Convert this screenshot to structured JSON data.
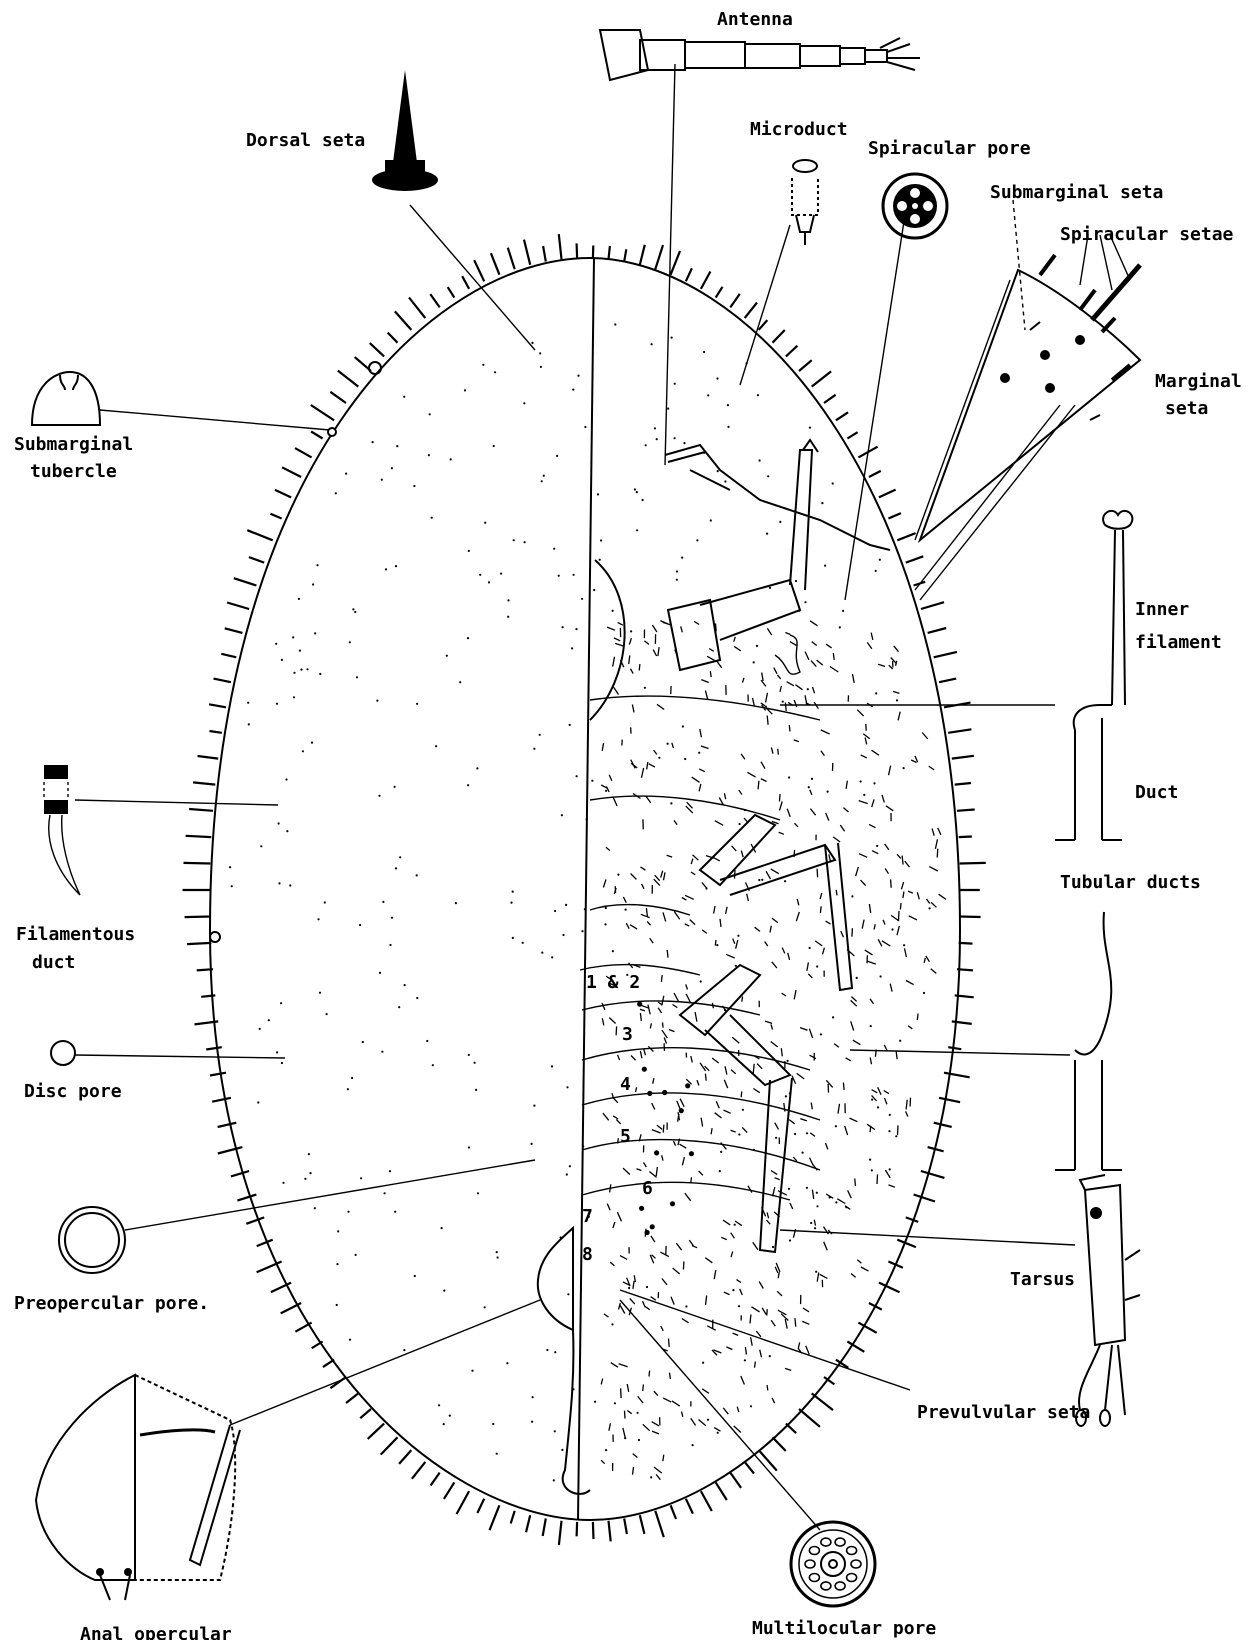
{
  "labels": {
    "antenna": "Antenna",
    "dorsal_seta": "Dorsal seta",
    "microduct": "Microduct",
    "spiracular_pore": "Spiracular pore",
    "submarginal_seta": "Submarginal seta",
    "spiracular_setae": "Spiracular setae",
    "marginal_seta_1": "Marginal",
    "marginal_seta_2": "seta",
    "submarginal_tubercle_1": "Submarginal",
    "submarginal_tubercle_2": "tubercle",
    "inner_filament_1": "Inner",
    "inner_filament_2": "filament",
    "duct": "Duct",
    "tubular_ducts": "Tubular ducts",
    "filamentous_duct_1": "Filamentous",
    "filamentous_duct_2": "duct",
    "disc_pore": "Disc pore",
    "preopercular_pore": "Preopercular pore.",
    "tarsus": "Tarsus",
    "prevulvular_seta": "Prevulvular seta",
    "multilocular_pore": "Multilocular pore",
    "anal_opercular": "Anal opercular"
  },
  "segments": [
    "1 & 2",
    "3",
    "4",
    "5",
    "6",
    "7",
    "8"
  ]
}
